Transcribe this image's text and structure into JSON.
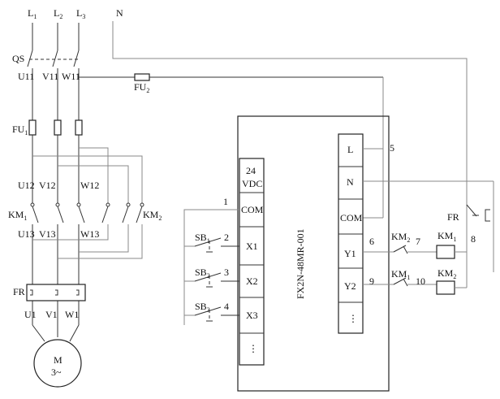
{
  "power": {
    "l1": "L",
    "l1_sub": "1",
    "l2": "L",
    "l2_sub": "2",
    "l3": "L",
    "l3_sub": "3",
    "n": "N"
  },
  "qs": {
    "label": "QS",
    "u": "U11",
    "v": "V11",
    "w": "W11"
  },
  "fu2": {
    "label": "FU",
    "sub": "2"
  },
  "fu1": {
    "label": "FU",
    "sub": "1"
  },
  "mid": {
    "u12": "U12",
    "v12": "V12",
    "w12": "W12",
    "u13": "U13",
    "v13": "V13",
    "w13": "W13"
  },
  "km1": {
    "label": "KM",
    "sub": "1"
  },
  "km2": {
    "label": "KM",
    "sub": "2"
  },
  "fr": {
    "label": "FR"
  },
  "motor_terms": {
    "u": "U1",
    "v": "V1",
    "w": "W1"
  },
  "motor": {
    "line1": "M",
    "line2": "3~"
  },
  "plc": {
    "model": "FX2N-48MR-001",
    "power_top": "24",
    "power_bottom": "VDC",
    "com_in": "COM",
    "x1": "X1",
    "x2": "X2",
    "x3": "X3",
    "dots_in": "⋮",
    "l": "L",
    "n": "N",
    "com_out": "COM",
    "y1": "Y1",
    "y2": "Y2",
    "dots_out": "⋮"
  },
  "inputs": {
    "sb1": "SB",
    "sb1_sub": "1",
    "sb2": "SB",
    "sb2_sub": "2",
    "sb3": "SB",
    "sb3_sub": "3"
  },
  "nodes": {
    "n1": "1",
    "n2": "2",
    "n3": "3",
    "n4": "4",
    "n5": "5",
    "n6": "6",
    "n7": "7",
    "n8": "8",
    "n9": "9",
    "n10": "10"
  },
  "outputs": {
    "km2_contact": "KM",
    "km2_contact_sub": "2",
    "km1_coil": "KM",
    "km1_coil_sub": "1",
    "km1_contact": "KM",
    "km1_contact_sub": "1",
    "km2_coil": "KM",
    "km2_coil_sub": "2",
    "fr_contact": "FR"
  }
}
